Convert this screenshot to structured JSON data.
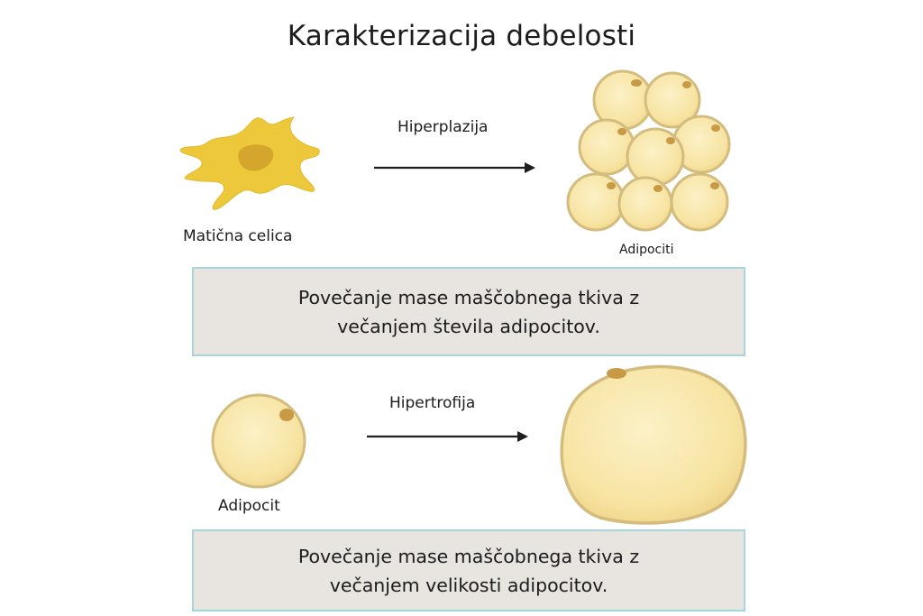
{
  "title": "Karakterizacija debelosti",
  "hyperplasia": {
    "process_label": "Hiperplazija",
    "source_label": "Matična celica",
    "result_label": "Adipociti",
    "description_line1": "Povečanje mase maščobnega tkiva z",
    "description_line2": "večanjem števila adipocitov."
  },
  "hypertrophy": {
    "process_label": "Hipertrofija",
    "source_label": "Adipocit",
    "description_line1": "Povečanje mase maščobnega tkiva z",
    "description_line2": "večanjem velikosti adipocitov."
  },
  "colors": {
    "cell_fill": "#f8e7a8",
    "cell_stroke": "#d4bc7e",
    "cell_nucleus": "#c89a45",
    "stem_cell": "#edc83a",
    "stem_nucleus": "#d4a72c",
    "box_fill": "#e8e4df",
    "box_border": "#a6d6dc",
    "arrow": "#1e1e1e"
  }
}
